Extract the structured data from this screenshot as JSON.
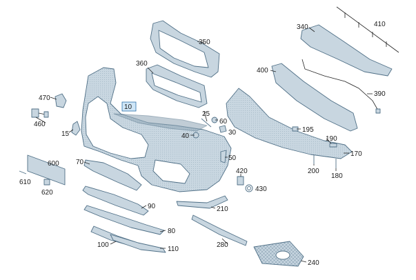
{
  "diagram": {
    "highlighted_label": "10",
    "labels": [
      "470",
      "460",
      "15",
      "600",
      "610",
      "620",
      "70",
      "90",
      "80",
      "100",
      "110",
      "360",
      "350",
      "25",
      "60",
      "30",
      "40",
      "50",
      "420",
      "430",
      "210",
      "280",
      "240",
      "340",
      "410",
      "400",
      "390",
      "195",
      "190",
      "170",
      "200",
      "180"
    ],
    "colors": {
      "part_fill": "#c8d6e0",
      "part_stroke": "#4f6f86",
      "highlight_fill": "#cfe6f7",
      "highlight_stroke": "#2a6fa8",
      "text": "#1a1a1a"
    }
  }
}
